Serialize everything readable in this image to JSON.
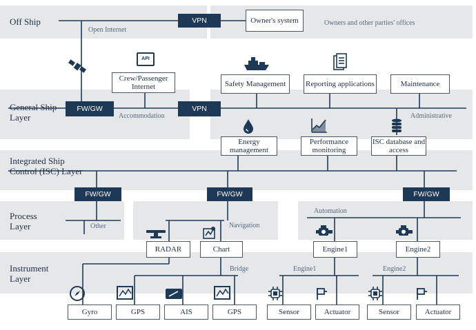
{
  "layers": {
    "off_ship": "Off Ship",
    "general_ship": "General Ship Layer",
    "isc": "Integrated Ship Control (ISC) Layer",
    "process": "Process Layer",
    "instrument": "Instrument Layer"
  },
  "gateways": {
    "vpn_top": "VPN",
    "vpn_mid": "VPN",
    "fw_general": "FW/GW",
    "fw_isc_left": "FW/GW",
    "fw_isc_mid": "FW/GW",
    "fw_isc_right": "FW/GW"
  },
  "nodes": {
    "owners_system": "Owner's system",
    "crew_internet": "Crew/Passenger Internet",
    "safety_mgmt": "Safety Management",
    "reporting": "Reporting applications",
    "maintenance": "Maintenance",
    "energy_mgmt": "Energy management",
    "performance": "Performance monitoring",
    "isc_db": "ISC database and access",
    "radar": "RADAR",
    "chart": "Chart",
    "engine1": "Engine1",
    "engine2": "Engine2",
    "gyro": "Gyro",
    "gps1": "GPS",
    "ais": "AIS",
    "gps2": "GPS",
    "sensor1": "Sensor",
    "actuator1": "Actuator",
    "sensor2": "Sensor",
    "actuator2": "Actuator"
  },
  "segments": {
    "owners_offices": "Owners and other parties' offices",
    "open_internet": "Open Internet",
    "accommodation": "Accommodation",
    "administrative": "Administrative",
    "other": "Other",
    "navigation": "Navigation",
    "automation": "Automation",
    "bridge": "Bridge",
    "engine1_bus": "Engine1",
    "engine2_bus": "Engine2"
  },
  "icon_labels": {
    "api": "API"
  },
  "colors": {
    "gateway": "#1e3955",
    "band": "#e6e7e9",
    "line": "#1e3955"
  }
}
